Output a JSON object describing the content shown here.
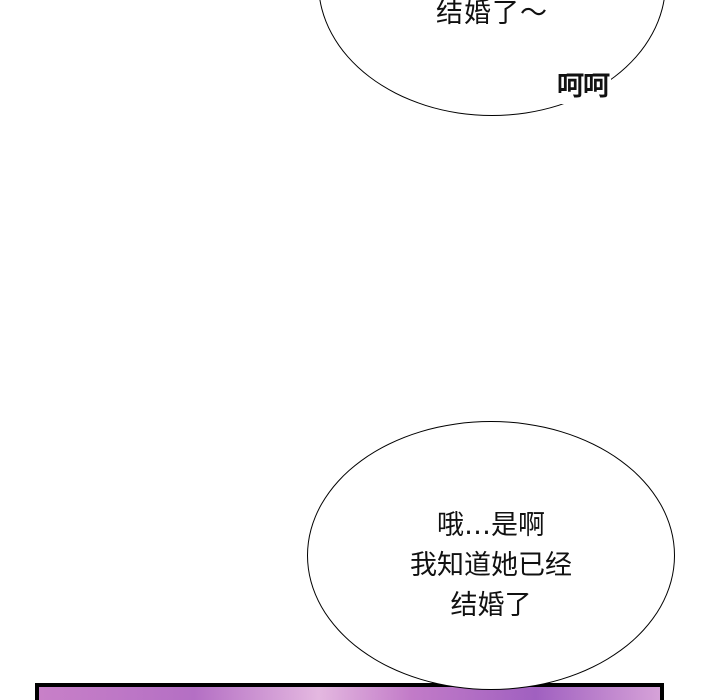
{
  "top_bubble": {
    "line": "结婚了～"
  },
  "aside": {
    "text": "呵呵"
  },
  "bottom_bubble": {
    "lines": [
      "哦…是啊",
      "我知道她已经",
      "结婚了"
    ]
  }
}
